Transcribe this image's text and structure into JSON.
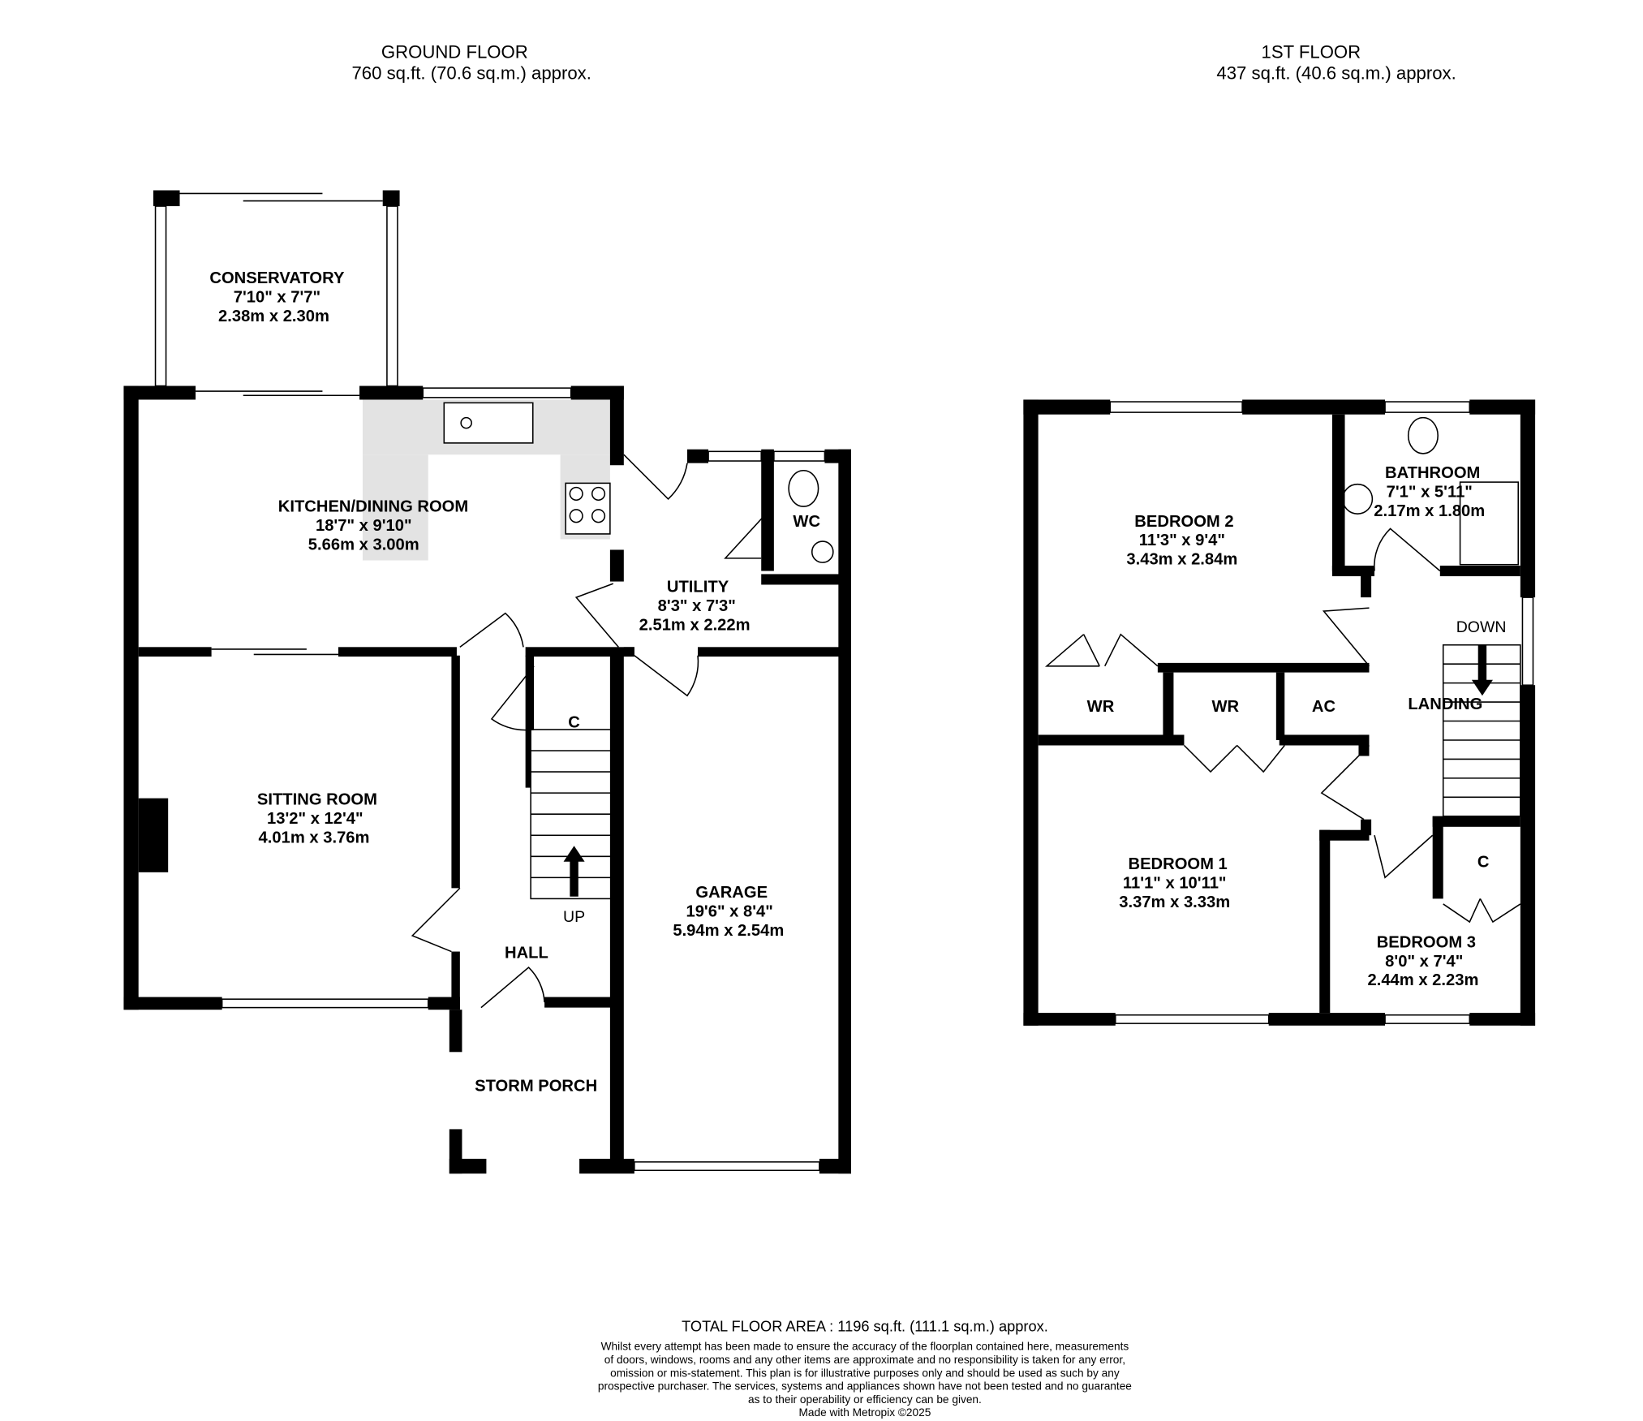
{
  "ground_floor": {
    "title": "GROUND FLOOR",
    "area": "760 sq.ft. (70.6 sq.m.) approx.",
    "rooms": [
      {
        "name": "CONSERVATORY",
        "imperial": "7'10\"  x 7'7\"",
        "metric": "2.38m  x 2.30m"
      },
      {
        "name": "KITCHEN/DINING ROOM",
        "imperial": "18'7\"  x 9'10\"",
        "metric": "5.66m  x 3.00m"
      },
      {
        "name": "UTILITY",
        "imperial": "8'3\"  x 7'3\"",
        "metric": "2.51m  x 2.22m"
      },
      {
        "name": "SITTING ROOM",
        "imperial": "13'2\"  x 12'4\"",
        "metric": "4.01m  x 3.76m"
      },
      {
        "name": "GARAGE",
        "imperial": "19'6\"  x 8'4\"",
        "metric": "5.94m  x 2.54m"
      }
    ],
    "labels": {
      "wc": "WC",
      "c": "C",
      "up": "UP",
      "hall": "HALL",
      "storm_porch": "STORM PORCH"
    }
  },
  "first_floor": {
    "title": "1ST FLOOR",
    "area": "437 sq.ft. (40.6 sq.m.) approx.",
    "rooms": [
      {
        "name": "BEDROOM 2",
        "imperial": "11'3\"  x 9'4\"",
        "metric": "3.43m  x 2.84m"
      },
      {
        "name": "BATHROOM",
        "imperial": "7'1\"  x 5'11\"",
        "metric": "2.17m  x 1.80m"
      },
      {
        "name": "BEDROOM 1",
        "imperial": "11'1\"  x 10'11\"",
        "metric": "3.37m  x 3.33m"
      },
      {
        "name": "BEDROOM 3",
        "imperial": "8'0\"  x 7'4\"",
        "metric": "2.44m  x 2.23m"
      }
    ],
    "labels": {
      "wr1": "WR",
      "wr2": "WR",
      "ac": "AC",
      "landing": "LANDING",
      "down": "DOWN",
      "c": "C"
    }
  },
  "footer": {
    "total": "TOTAL FLOOR AREA : 1196 sq.ft. (111.1 sq.m.) approx.",
    "disclaimer": [
      "Whilst every attempt has been made to ensure the accuracy of the floorplan contained here, measurements",
      "of doors, windows, rooms and any other items are approximate and no responsibility is taken for any error,",
      "omission or mis-statement. This plan is for illustrative purposes only and should be used as such by any",
      "prospective purchaser. The services, systems and appliances shown have not been tested and no guarantee",
      "as to their operability or efficiency can be given."
    ],
    "credit": "Made with Metropix ©2025"
  }
}
